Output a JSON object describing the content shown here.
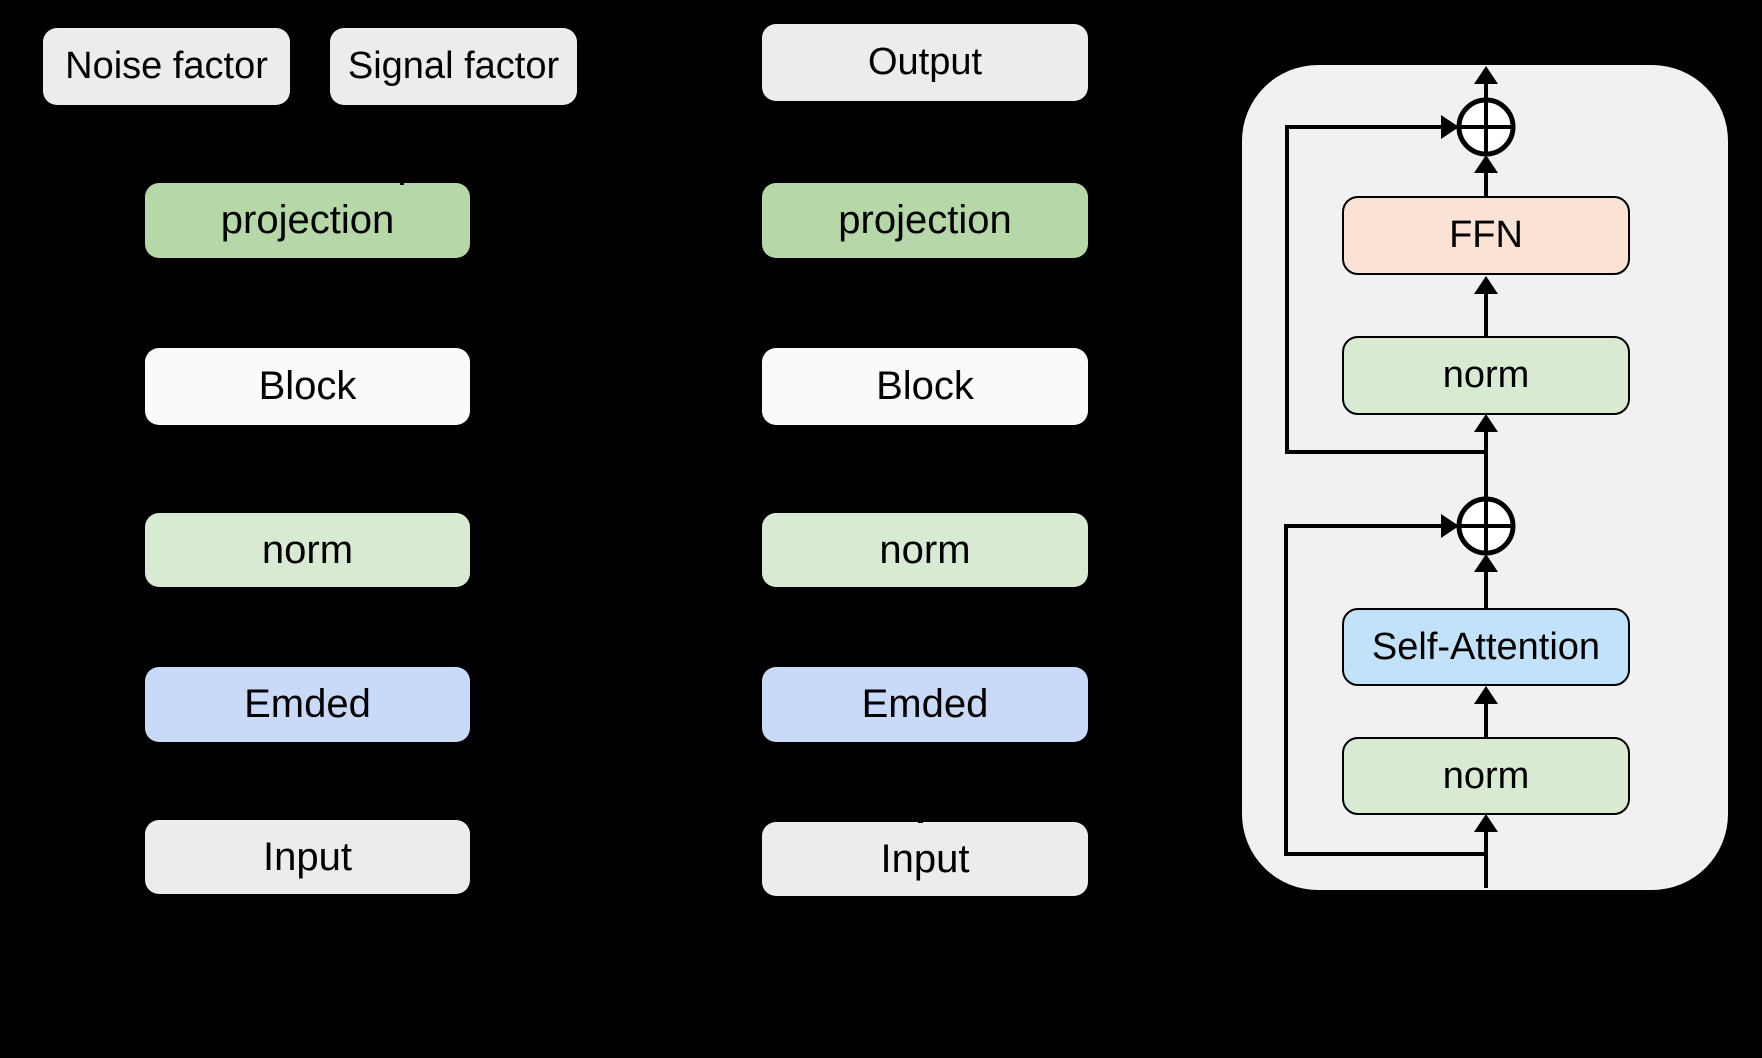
{
  "colors": {
    "background": "#000000",
    "panel_gray": "#f1f1f2",
    "light_gray_box": "#ececec",
    "white_box": "#fafafa",
    "projection_green": "#b6d7a8",
    "norm_green": "#d9ead3",
    "embed_blue": "#c9daf8",
    "attention_blue": "#c2e2fa",
    "ffn_peach": "#fae3d4",
    "line_black": "#000000",
    "add_circle_fill": "#ffffff"
  },
  "left_column": {
    "noise_factor_label": "Noise factor",
    "signal_factor_label": "Signal factor",
    "rows": [
      {
        "label": "projection"
      },
      {
        "label": "Block"
      },
      {
        "label": "norm"
      },
      {
        "label": "Emded"
      },
      {
        "label": "Input"
      }
    ]
  },
  "middle_column": {
    "output_label": "Output",
    "rows": [
      {
        "label": "projection"
      },
      {
        "label": "Block"
      },
      {
        "label": "norm"
      },
      {
        "label": "Emded"
      },
      {
        "label": "Input"
      }
    ]
  },
  "right_panel": {
    "ffn_label": "FFN",
    "norm_top_label": "norm",
    "self_attention_label": "Self-Attention",
    "norm_bottom_label": "norm",
    "add_icon_symbol": "⊕"
  }
}
